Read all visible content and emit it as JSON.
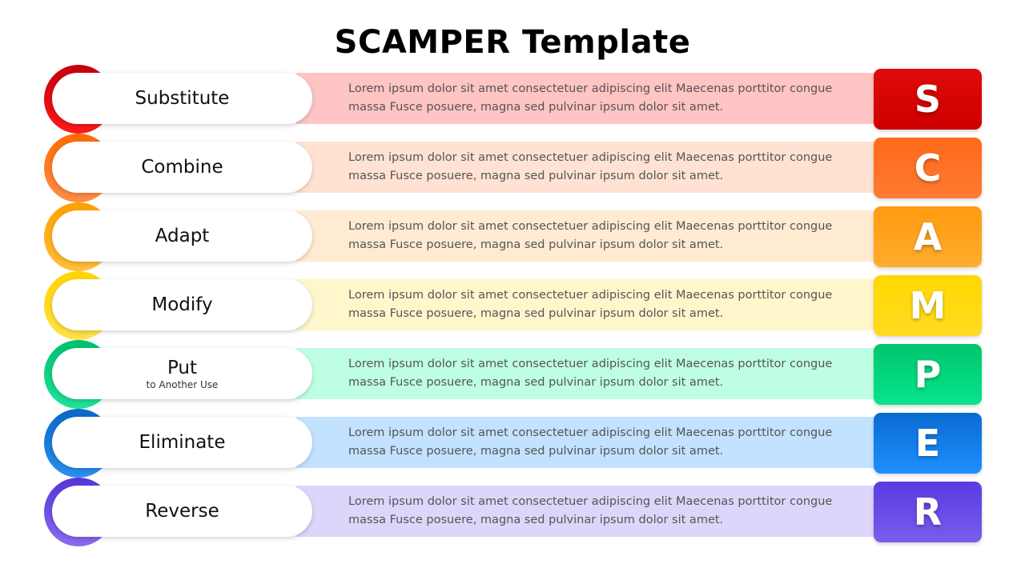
{
  "title": "SCAMPER Template",
  "description": "Lorem ipsum dolor sit amet consectetuer adipiscing elit Maecenas porttitor congue massa Fusce posuere, magna sed pulvinar ipsum dolor sit amet.",
  "steps": [
    {
      "letter": "S",
      "label": "Substitute",
      "sublabel": "",
      "color_top": "#c4000b",
      "color_bottom": "#ff1a1a",
      "band_color": "#ffc4c4",
      "box_top": "#e00a0a",
      "box_bottom": "#cc0000"
    },
    {
      "letter": "C",
      "label": "Combine",
      "sublabel": "",
      "color_top": "#ff6a00",
      "color_bottom": "#ff8d4a",
      "band_color": "#ffe2d2",
      "box_top": "#ff6a1a",
      "box_bottom": "#ff7a33"
    },
    {
      "letter": "A",
      "label": "Adapt",
      "sublabel": "",
      "color_top": "#ffa000",
      "color_bottom": "#ffbf3a",
      "band_color": "#ffead2",
      "box_top": "#ff9a10",
      "box_bottom": "#ffac2e"
    },
    {
      "letter": "M",
      "label": "Modify",
      "sublabel": "",
      "color_top": "#ffd400",
      "color_bottom": "#ffe24a",
      "band_color": "#fff6cc",
      "box_top": "#ffd800",
      "box_bottom": "#ffdb22"
    },
    {
      "letter": "P",
      "label": "Put",
      "sublabel": "to Another Use",
      "color_top": "#00c070",
      "color_bottom": "#20e39a",
      "band_color": "#beffe4",
      "box_top": "#00c46c",
      "box_bottom": "#06e58c"
    },
    {
      "letter": "E",
      "label": "Eliminate",
      "sublabel": "",
      "color_top": "#0b67c9",
      "color_bottom": "#2b8fee",
      "band_color": "#c2e2ff",
      "box_top": "#0a6bd0",
      "box_bottom": "#1e90ff"
    },
    {
      "letter": "R",
      "label": "Reverse",
      "sublabel": "",
      "color_top": "#5535d8",
      "color_bottom": "#8a6cef",
      "band_color": "#ddd6fa",
      "box_top": "#5a3be0",
      "box_bottom": "#7a5ced"
    }
  ]
}
